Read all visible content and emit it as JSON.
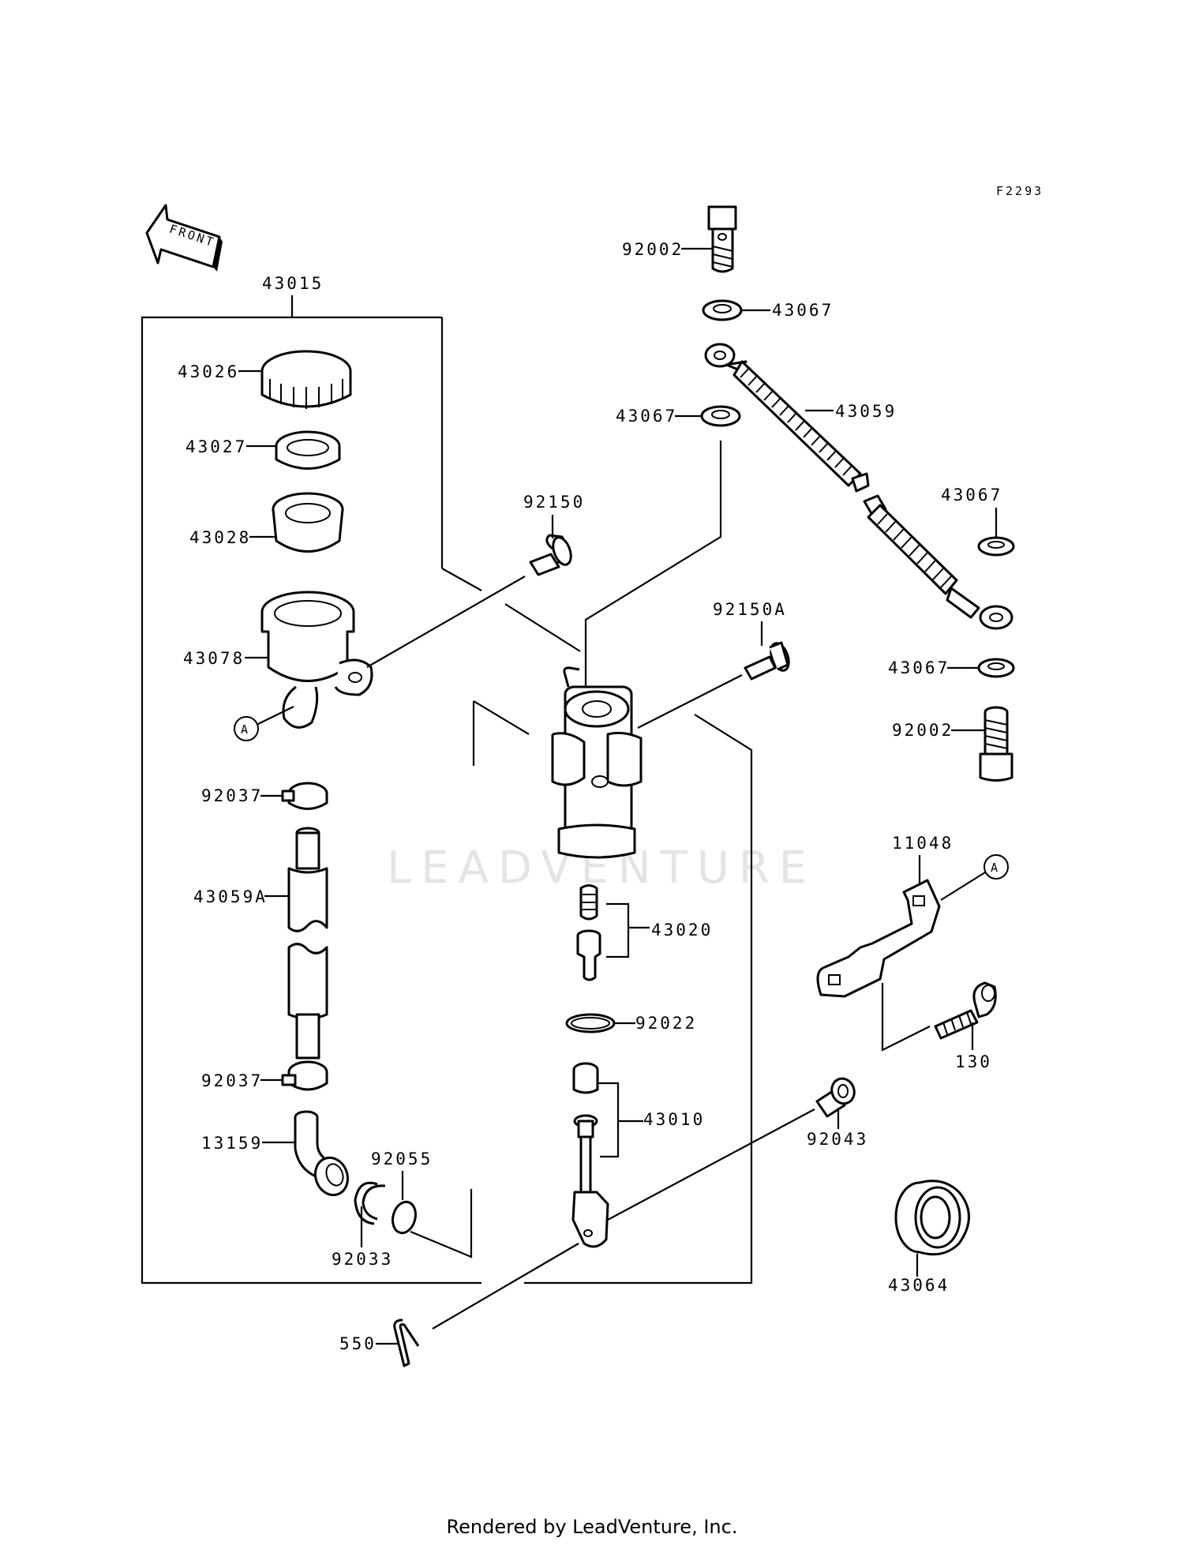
{
  "figure_id": "F2293",
  "direction_label": "FRONT",
  "watermark": "LEADVENTURE",
  "footer": "Rendered by LeadVenture, Inc.",
  "parts": {
    "p43015": "43015",
    "p43026": "43026",
    "p43027": "43027",
    "p43028": "43028",
    "p43078": "43078",
    "p92037_top": "92037",
    "p43059A": "43059A",
    "p92037_bottom": "92037",
    "p13159": "13159",
    "p92055": "92055",
    "p92033": "92033",
    "p92150": "92150",
    "p92150A": "92150A",
    "p43020": "43020",
    "p92022": "92022",
    "p43010": "43010",
    "p550": "550",
    "p92002_top": "92002",
    "p43067_a": "43067",
    "p43059": "43059",
    "p43067_b": "43067",
    "p43067_c": "43067",
    "p43067_d": "43067",
    "p92002_bottom": "92002",
    "p11048": "11048",
    "p130": "130",
    "p92043": "92043",
    "p43064": "43064"
  },
  "ref_marker_A": "A"
}
